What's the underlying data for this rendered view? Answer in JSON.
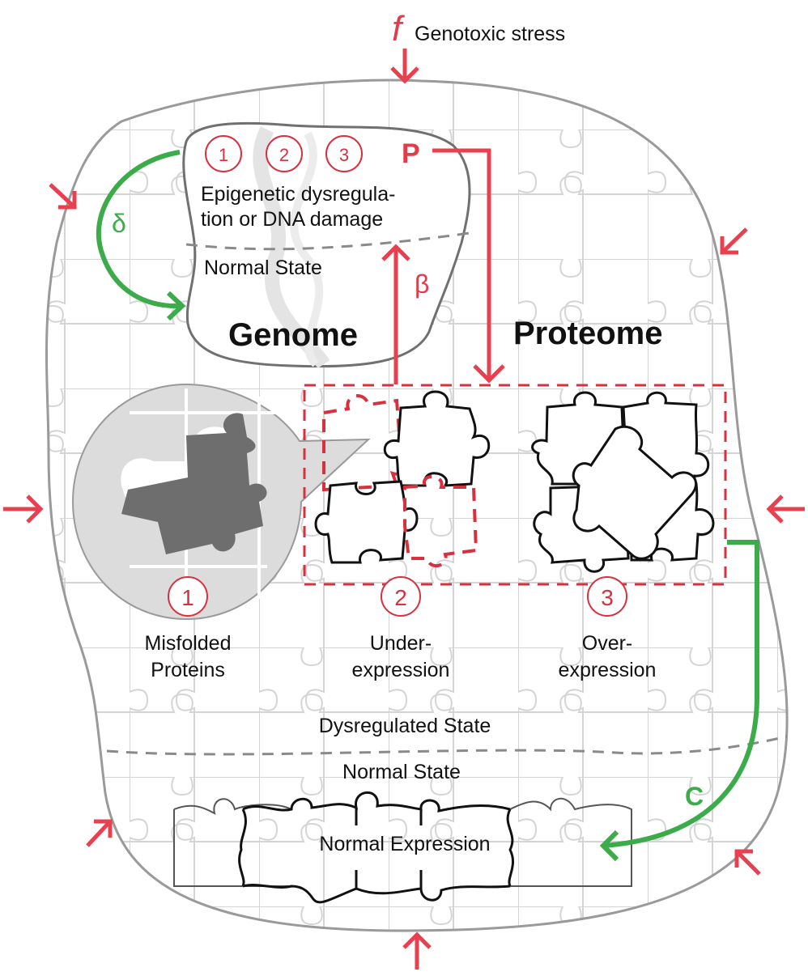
{
  "diagram": {
    "stress_symbol": "f",
    "stress_label": "Genotoxic stress",
    "genome": {
      "title": "Genome",
      "markers": [
        "1",
        "2",
        "3"
      ],
      "damage_line1": "Epigenetic dysregula-",
      "damage_line2": "tion or DNA damage",
      "normal_state": "Normal State"
    },
    "proteome": {
      "title": "Proteome",
      "categories": [
        {
          "number": "1",
          "line1": "Misfolded",
          "line2": "Proteins"
        },
        {
          "number": "2",
          "line1": "Under-",
          "line2": "expression"
        },
        {
          "number": "3",
          "line1": "Over-",
          "line2": "expression"
        }
      ]
    },
    "arrows": {
      "p_label": "P",
      "beta_label": "β",
      "delta_label": "δ",
      "c_label": "C"
    },
    "states": {
      "dysregulated": "Dysregulated State",
      "normal": "Normal State",
      "normal_expression": "Normal Expression"
    },
    "colors": {
      "red": "#e8404f",
      "green": "#3cab4a",
      "outline_gray": "#9a9a9a",
      "puzzle_gray": "#d4d4d4"
    }
  }
}
